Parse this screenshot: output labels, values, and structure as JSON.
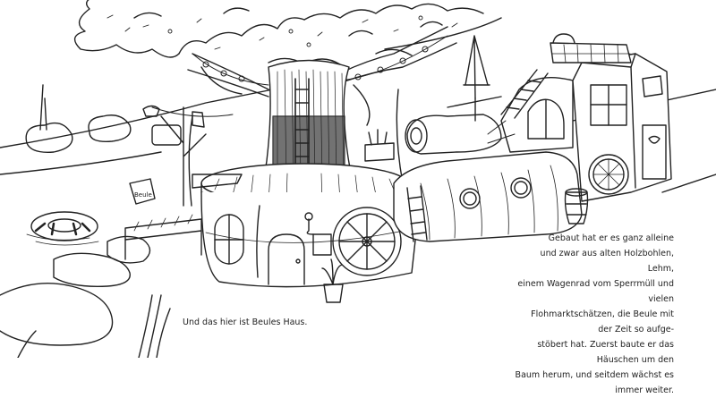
{
  "caption_left": "Und das hier ist Beules Haus.",
  "caption_right_lines": [
    "Gebaut hat er es ganz alleine",
    "und zwar aus alten Holzbohlen, Lehm,",
    "einem Wagenrad vom Sperrmüll und vielen",
    "Flohmarktschätzen, die Beule mit der Zeit so aufge-",
    "stöbert hat. Zuerst baute er das Häuschen um den",
    "Baum herum, und seitdem wächst es immer weiter."
  ],
  "colors": {
    "ink": "#222222",
    "paper": "#ffffff",
    "trunk_fill": "#5a5a5a"
  }
}
